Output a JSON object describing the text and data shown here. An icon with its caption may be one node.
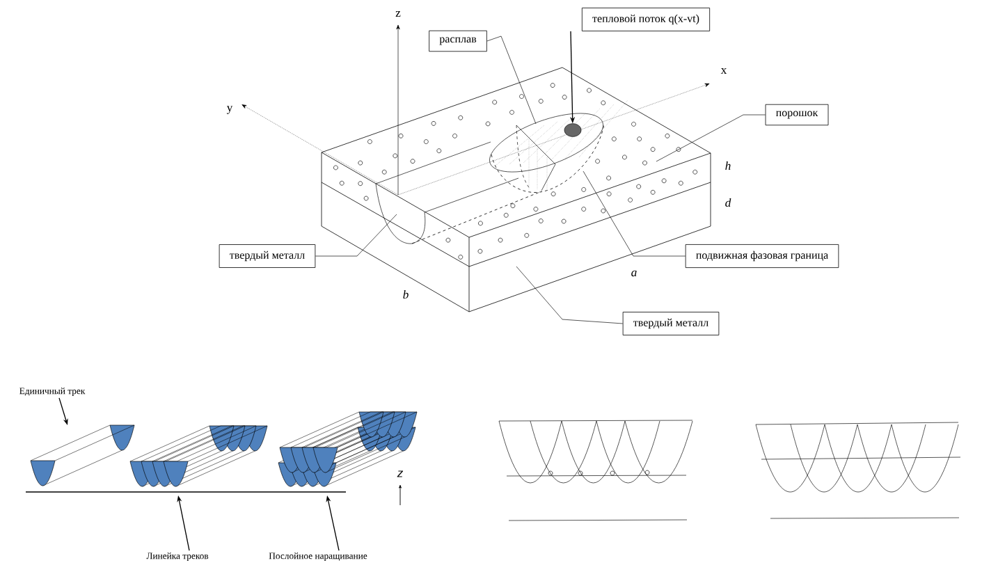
{
  "diagram": {
    "nodes": [
      {
        "text": [
          "расплав"
        ]
      },
      {
        "text": [
          "тепловой поток q(x-vt)"
        ]
      },
      {
        "text": [
          "порошок"
        ]
      },
      {
        "text": [
          "твердый металл"
        ]
      },
      {
        "text": [
          "подвижная фазовая граница"
        ]
      },
      {
        "text": [
          "твердый металл"
        ]
      },
      {
        "text": [],
        "shape": "circle"
      },
      {
        "text": [
          "Единичный трек"
        ]
      },
      {
        "text": [
          "Линейка треков"
        ]
      },
      {
        "text": [
          "Послойное наращивание"
        ]
      },
      {
        "text": [],
        "shape": "picture"
      },
      {
        "text": [],
        "shape": "picture"
      },
      {
        "text": [],
        "shape": "picture"
      }
    ],
    "edges": [
      {
        "from": 0,
        "to": null,
        "arrow": "none"
      },
      {
        "from": 1,
        "to": 6,
        "arrow": "to"
      },
      {
        "from": 2,
        "to": null,
        "arrow": "none"
      },
      {
        "from": 3,
        "to": null,
        "arrow": "none"
      },
      {
        "from": 4,
        "to": null,
        "arrow": "none"
      },
      {
        "from": 5,
        "to": null,
        "arrow": "none"
      },
      {
        "from": 7,
        "to": 10,
        "arrow": "to"
      },
      {
        "from": 8,
        "to": 11,
        "arrow": "to"
      },
      {
        "from": 9,
        "to": 12,
        "arrow": "to"
      }
    ],
    "labels": [
      "z",
      "x",
      "y",
      "h",
      "d",
      "a",
      "b",
      "z"
    ]
  }
}
